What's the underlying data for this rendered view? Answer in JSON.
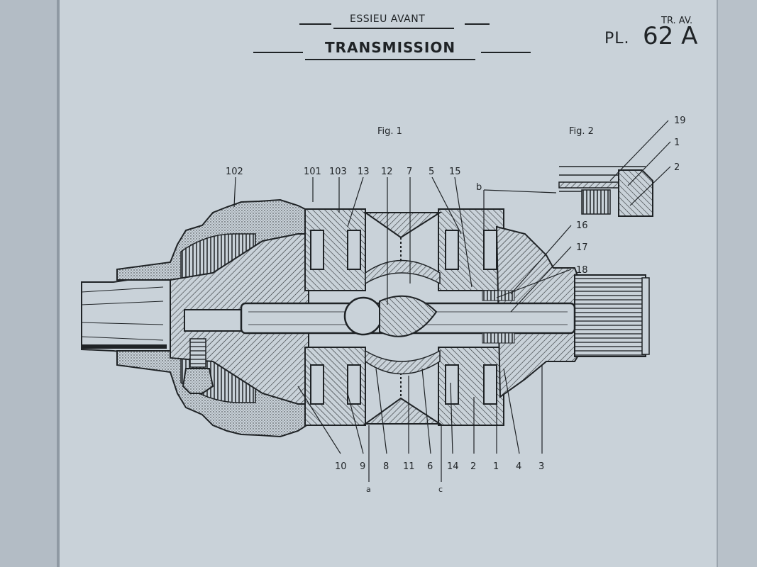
{
  "header": {
    "subtitle": "ESSIEU AVANT",
    "title": "TRANSMISSION",
    "section_code": "TR. AV.",
    "plate_prefix": "PL.",
    "plate_number": "62 A"
  },
  "figures": {
    "fig1": "Fig. 1",
    "fig2": "Fig. 2"
  },
  "callouts_top": [
    "102",
    "101",
    "103",
    "13",
    "12",
    "7",
    "5",
    "15"
  ],
  "callout_b": "b",
  "callouts_right": [
    "19",
    "1",
    "2",
    "16",
    "17",
    "18"
  ],
  "callouts_bottom": [
    "10",
    "9",
    "8",
    "11",
    "6",
    "14",
    "2",
    "1",
    "4",
    "3"
  ],
  "callouts_letters_bottom": [
    "a",
    "c"
  ]
}
